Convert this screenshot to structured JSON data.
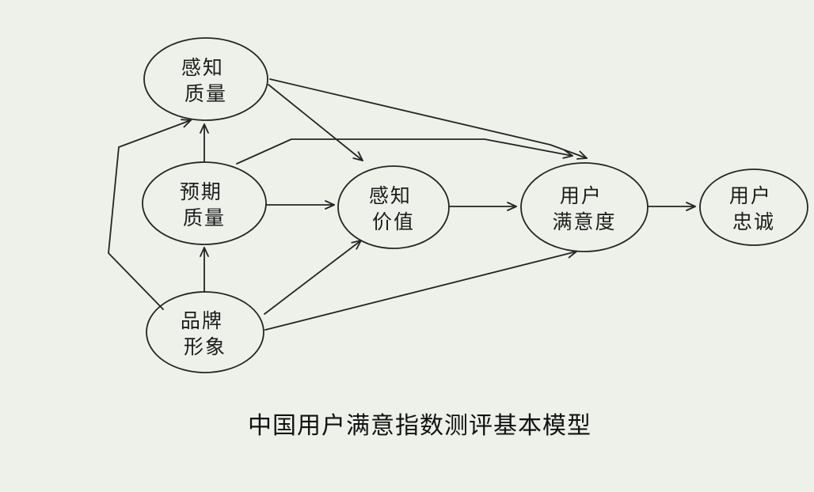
{
  "diagram": {
    "caption": "中国用户满意指数测评基本模型",
    "colors": {
      "background": "#edf1ea",
      "ink": "#242424"
    },
    "nodes": {
      "perceived_quality": {
        "line1": "感知",
        "line2": "质量"
      },
      "expected_quality": {
        "line1": "预期",
        "line2": "质量"
      },
      "brand_image": {
        "line1": "品牌",
        "line2": "形象"
      },
      "perceived_value": {
        "line1": "感知",
        "line2": "价值"
      },
      "customer_satisfaction": {
        "line1": "用户",
        "line2": "满意度"
      },
      "customer_loyalty": {
        "line1": "用户",
        "line2": "忠诚"
      }
    },
    "edges": [
      {
        "from": "expected_quality",
        "to": "perceived_quality"
      },
      {
        "from": "brand_image",
        "to": "expected_quality"
      },
      {
        "from": "brand_image",
        "to": "perceived_quality"
      },
      {
        "from": "brand_image",
        "to": "perceived_value"
      },
      {
        "from": "brand_image",
        "to": "customer_satisfaction"
      },
      {
        "from": "expected_quality",
        "to": "perceived_value"
      },
      {
        "from": "expected_quality",
        "to": "customer_satisfaction"
      },
      {
        "from": "perceived_quality",
        "to": "perceived_value"
      },
      {
        "from": "perceived_quality",
        "to": "customer_satisfaction"
      },
      {
        "from": "perceived_value",
        "to": "customer_satisfaction"
      },
      {
        "from": "customer_satisfaction",
        "to": "customer_loyalty"
      }
    ]
  }
}
